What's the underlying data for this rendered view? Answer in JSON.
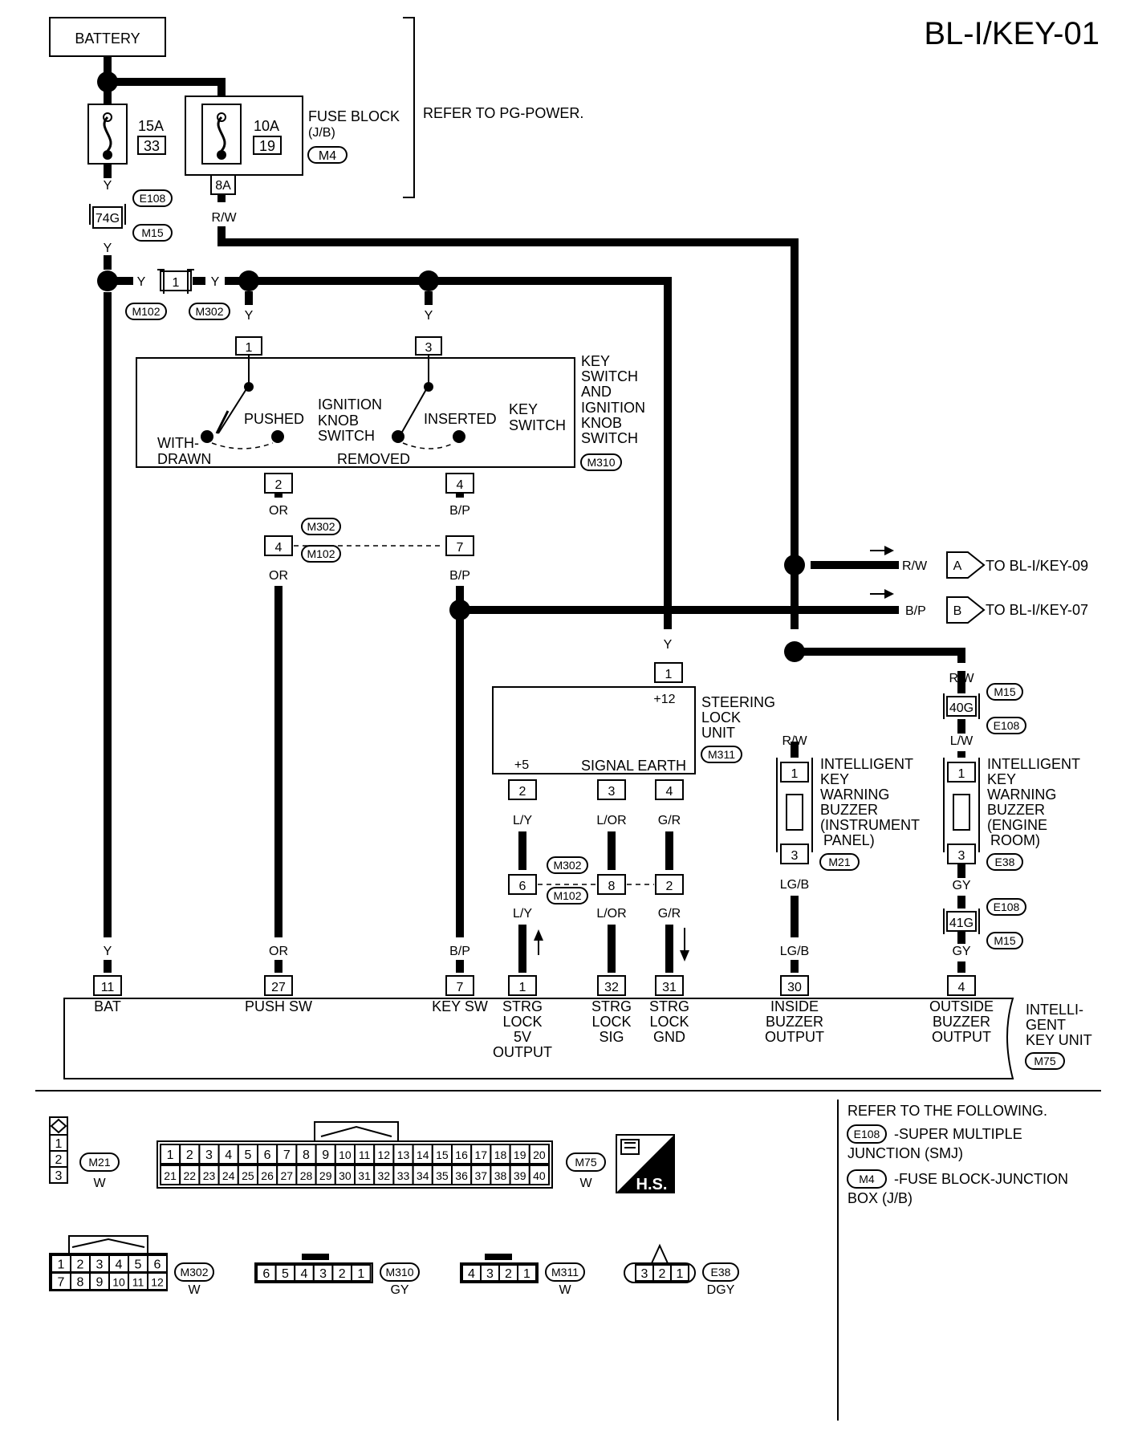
{
  "page": {
    "code": "BL-I/KEY-01",
    "refer_pg_power": "REFER TO PG-POWER."
  },
  "battery": {
    "label": "BATTERY"
  },
  "fuses": [
    {
      "amps": "15A",
      "number": "33"
    },
    {
      "amps": "10A",
      "number": "19"
    }
  ],
  "fuse_block": {
    "title": "FUSE BLOCK",
    "sub": "(J/B)",
    "connector": "M4",
    "terminal": "8A"
  },
  "wire_colors": {
    "y": "Y",
    "rw": "R/W",
    "or": "OR",
    "bp": "B/P",
    "ly": "L/Y",
    "lor": "L/OR",
    "gr": "G/R",
    "lgb": "LG/B",
    "lw": "L/W",
    "gy": "GY"
  },
  "connectors": {
    "e108": "E108",
    "m15": "M15",
    "m102": "M102",
    "m302": "M302",
    "m310": "M310",
    "m311": "M311",
    "m21": "M21",
    "e38": "E38",
    "m75": "M75"
  },
  "terminals": {
    "t74g": "74G",
    "t1": "1",
    "t2": "2",
    "t3": "3",
    "t4": "4",
    "t6": "6",
    "t7": "7",
    "t8": "8",
    "t11": "11",
    "t27": "27",
    "t32": "32",
    "t31": "31",
    "t30": "30",
    "t40g": "40G",
    "t41g": "41G",
    "plus12": "+12",
    "plus5": "+5"
  },
  "key_switch": {
    "title": [
      "KEY",
      "SWITCH",
      "AND",
      "IGNITION",
      "KNOB",
      "SWITCH"
    ],
    "pushed": "PUSHED",
    "withdrawn": [
      "WITH-",
      "DRAWN"
    ],
    "ignition": [
      "IGNITION",
      "KNOB",
      "SWITCH"
    ],
    "inserted": "INSERTED",
    "removed": "REMOVED",
    "keysw": [
      "KEY",
      "SWITCH"
    ]
  },
  "steering_lock": {
    "title": [
      "STEERING",
      "LOCK",
      "UNIT"
    ],
    "signal_earth": "SIGNAL EARTH"
  },
  "buzzer_ip": [
    "INTELLIGENT",
    "KEY",
    "WARNING",
    "BUZZER",
    "(INSTRUMENT",
    "PANEL)"
  ],
  "buzzer_er": [
    "INTELLIGENT",
    "KEY",
    "WARNING",
    "BUZZER",
    "(ENGINE",
    "ROOM)"
  ],
  "offpage": [
    {
      "letter": "A",
      "color": "R/W",
      "text": "TO BL-I/KEY-09"
    },
    {
      "letter": "B",
      "color": "B/P",
      "text": "TO BL-I/KEY-07"
    }
  ],
  "ikey_unit": {
    "title": [
      "INTELLI-",
      "GENT",
      "KEY UNIT"
    ],
    "pins": [
      {
        "label": [
          "BAT"
        ]
      },
      {
        "label": [
          "PUSH SW"
        ]
      },
      {
        "label": [
          "KEY SW"
        ]
      },
      {
        "label": [
          "STRG",
          "LOCK",
          "5V",
          "OUTPUT"
        ]
      },
      {
        "label": [
          "STRG",
          "LOCK",
          "SIG"
        ]
      },
      {
        "label": [
          "STRG",
          "LOCK",
          "GND"
        ]
      },
      {
        "label": [
          "INSIDE",
          "BUZZER",
          "OUTPUT"
        ]
      },
      {
        "label": [
          "OUTSIDE",
          "BUZZER",
          "OUTPUT"
        ]
      }
    ]
  },
  "legend": {
    "refer": "REFER TO THE FOLLOWING.",
    "e108_desc": [
      "-SUPER MULTIPLE",
      "JUNCTION (SMJ)"
    ],
    "m4_desc": [
      "-FUSE BLOCK-JUNCTION",
      "BOX (J/B)"
    ],
    "hs": "H.S.",
    "colors": {
      "w": "W",
      "gy": "GY",
      "dgy": "DGY"
    }
  },
  "connector_faces": {
    "m21": [
      "1",
      "2",
      "3"
    ],
    "m75_row1": [
      "1",
      "2",
      "3",
      "4",
      "5",
      "6",
      "7",
      "8",
      "9",
      "10",
      "11",
      "12",
      "13",
      "14",
      "15",
      "16",
      "17",
      "18",
      "19",
      "20"
    ],
    "m75_row2": [
      "21",
      "22",
      "23",
      "24",
      "25",
      "26",
      "27",
      "28",
      "29",
      "30",
      "31",
      "32",
      "33",
      "34",
      "35",
      "36",
      "37",
      "38",
      "39",
      "40"
    ],
    "m302_row1": [
      "1",
      "2",
      "3",
      "4",
      "5",
      "6"
    ],
    "m302_row2": [
      "7",
      "8",
      "9",
      "10",
      "11",
      "12"
    ],
    "m310": [
      "6",
      "5",
      "4",
      "3",
      "2",
      "1"
    ],
    "m311": [
      "4",
      "3",
      "2",
      "1"
    ],
    "e38": [
      "3",
      "2",
      "1"
    ]
  }
}
